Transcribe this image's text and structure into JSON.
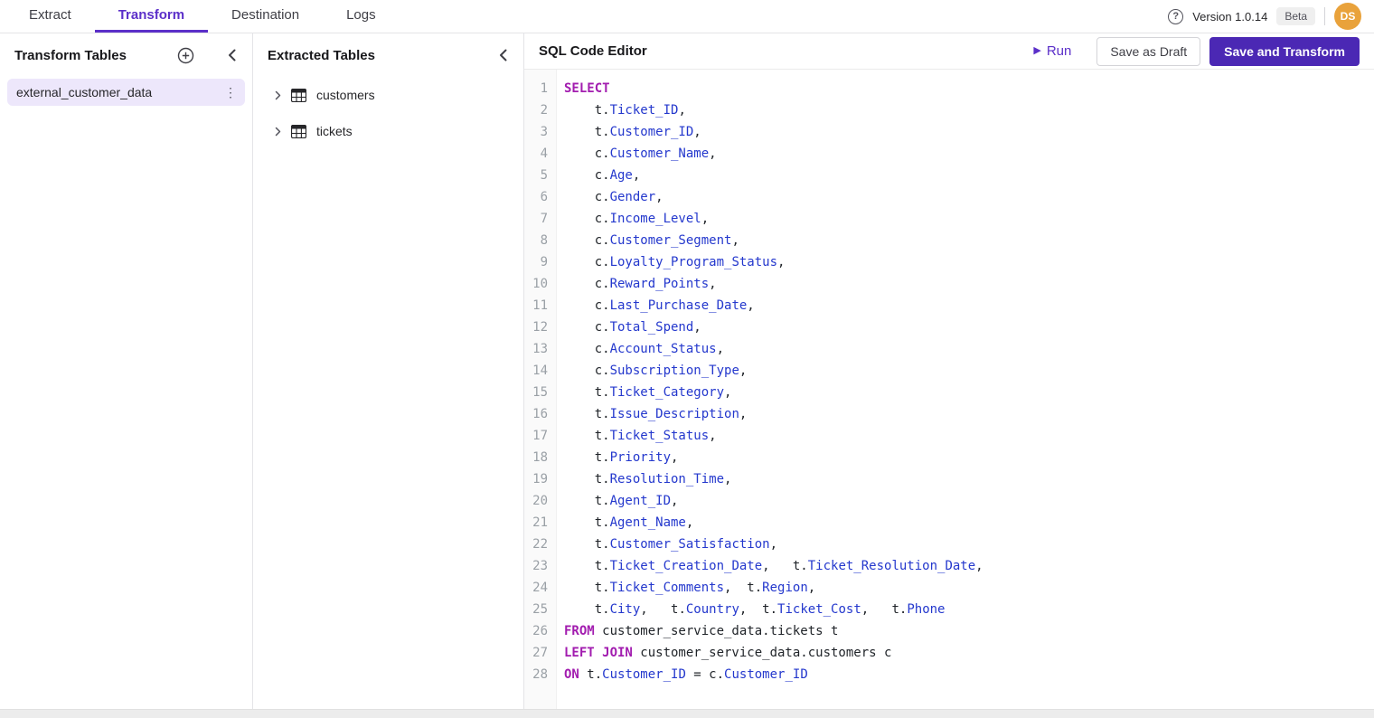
{
  "colors": {
    "accent": "#5B2FC9",
    "primary_button_bg": "#4B28B4",
    "selected_item_bg": "#EDE7FB",
    "avatar_bg": "#E9A23B",
    "beta_badge_bg": "#EFEFEF"
  },
  "icons": {
    "help": "?",
    "kebab": "⋮",
    "play": "▶"
  },
  "topbar": {
    "tabs": [
      {
        "label": "Extract",
        "active": false
      },
      {
        "label": "Transform",
        "active": true
      },
      {
        "label": "Destination",
        "active": false
      },
      {
        "label": "Logs",
        "active": false
      }
    ],
    "version": "Version 1.0.14",
    "beta_badge": "Beta",
    "avatar": "DS"
  },
  "transform_panel": {
    "title": "Transform Tables",
    "items": [
      {
        "label": "external_customer_data",
        "selected": true
      }
    ]
  },
  "extracted_panel": {
    "title": "Extracted Tables",
    "tables": [
      {
        "label": "customers"
      },
      {
        "label": "tickets"
      }
    ]
  },
  "editor": {
    "title": "SQL Code Editor",
    "run_label": "Run",
    "save_draft_label": "Save as Draft",
    "save_transform_label": "Save and Transform",
    "colors": {
      "keyword": "#A21CAF",
      "identifier": "#2438CD",
      "plain": "#1F2328",
      "line_number": "#9AA0A6"
    },
    "lines": [
      [
        [
          "kw",
          "SELECT"
        ]
      ],
      [
        [
          "pl",
          "    t."
        ],
        [
          "id",
          "Ticket_ID"
        ],
        [
          "pl",
          ","
        ]
      ],
      [
        [
          "pl",
          "    t."
        ],
        [
          "id",
          "Customer_ID"
        ],
        [
          "pl",
          ","
        ]
      ],
      [
        [
          "pl",
          "    c."
        ],
        [
          "id",
          "Customer_Name"
        ],
        [
          "pl",
          ","
        ]
      ],
      [
        [
          "pl",
          "    c."
        ],
        [
          "id",
          "Age"
        ],
        [
          "pl",
          ","
        ]
      ],
      [
        [
          "pl",
          "    c."
        ],
        [
          "id",
          "Gender"
        ],
        [
          "pl",
          ","
        ]
      ],
      [
        [
          "pl",
          "    c."
        ],
        [
          "id",
          "Income_Level"
        ],
        [
          "pl",
          ","
        ]
      ],
      [
        [
          "pl",
          "    c."
        ],
        [
          "id",
          "Customer_Segment"
        ],
        [
          "pl",
          ","
        ]
      ],
      [
        [
          "pl",
          "    c."
        ],
        [
          "id",
          "Loyalty_Program_Status"
        ],
        [
          "pl",
          ","
        ]
      ],
      [
        [
          "pl",
          "    c."
        ],
        [
          "id",
          "Reward_Points"
        ],
        [
          "pl",
          ","
        ]
      ],
      [
        [
          "pl",
          "    c."
        ],
        [
          "id",
          "Last_Purchase_Date"
        ],
        [
          "pl",
          ","
        ]
      ],
      [
        [
          "pl",
          "    c."
        ],
        [
          "id",
          "Total_Spend"
        ],
        [
          "pl",
          ","
        ]
      ],
      [
        [
          "pl",
          "    c."
        ],
        [
          "id",
          "Account_Status"
        ],
        [
          "pl",
          ","
        ]
      ],
      [
        [
          "pl",
          "    c."
        ],
        [
          "id",
          "Subscription_Type"
        ],
        [
          "pl",
          ","
        ]
      ],
      [
        [
          "pl",
          "    t."
        ],
        [
          "id",
          "Ticket_Category"
        ],
        [
          "pl",
          ","
        ]
      ],
      [
        [
          "pl",
          "    t."
        ],
        [
          "id",
          "Issue_Description"
        ],
        [
          "pl",
          ","
        ]
      ],
      [
        [
          "pl",
          "    t."
        ],
        [
          "id",
          "Ticket_Status"
        ],
        [
          "pl",
          ","
        ]
      ],
      [
        [
          "pl",
          "    t."
        ],
        [
          "id",
          "Priority"
        ],
        [
          "pl",
          ","
        ]
      ],
      [
        [
          "pl",
          "    t."
        ],
        [
          "id",
          "Resolution_Time"
        ],
        [
          "pl",
          ","
        ]
      ],
      [
        [
          "pl",
          "    t."
        ],
        [
          "id",
          "Agent_ID"
        ],
        [
          "pl",
          ","
        ]
      ],
      [
        [
          "pl",
          "    t."
        ],
        [
          "id",
          "Agent_Name"
        ],
        [
          "pl",
          ","
        ]
      ],
      [
        [
          "pl",
          "    t."
        ],
        [
          "id",
          "Customer_Satisfaction"
        ],
        [
          "pl",
          ","
        ]
      ],
      [
        [
          "pl",
          "    t."
        ],
        [
          "id",
          "Ticket_Creation_Date"
        ],
        [
          "pl",
          ",   t."
        ],
        [
          "id",
          "Ticket_Resolution_Date"
        ],
        [
          "pl",
          ","
        ]
      ],
      [
        [
          "pl",
          "    t."
        ],
        [
          "id",
          "Ticket_Comments"
        ],
        [
          "pl",
          ",  t."
        ],
        [
          "id",
          "Region"
        ],
        [
          "pl",
          ","
        ]
      ],
      [
        [
          "pl",
          "    t."
        ],
        [
          "id",
          "City"
        ],
        [
          "pl",
          ",   t."
        ],
        [
          "id",
          "Country"
        ],
        [
          "pl",
          ",  t."
        ],
        [
          "id",
          "Ticket_Cost"
        ],
        [
          "pl",
          ",   t."
        ],
        [
          "id",
          "Phone"
        ]
      ],
      [
        [
          "kw",
          "FROM"
        ],
        [
          "pl",
          " customer_service_data.tickets t"
        ]
      ],
      [
        [
          "kw",
          "LEFT JOIN"
        ],
        [
          "pl",
          " customer_service_data.customers c"
        ]
      ],
      [
        [
          "kw",
          "ON"
        ],
        [
          "pl",
          " t."
        ],
        [
          "id",
          "Customer_ID"
        ],
        [
          "pl",
          " = c."
        ],
        [
          "id",
          "Customer_ID"
        ]
      ]
    ]
  }
}
